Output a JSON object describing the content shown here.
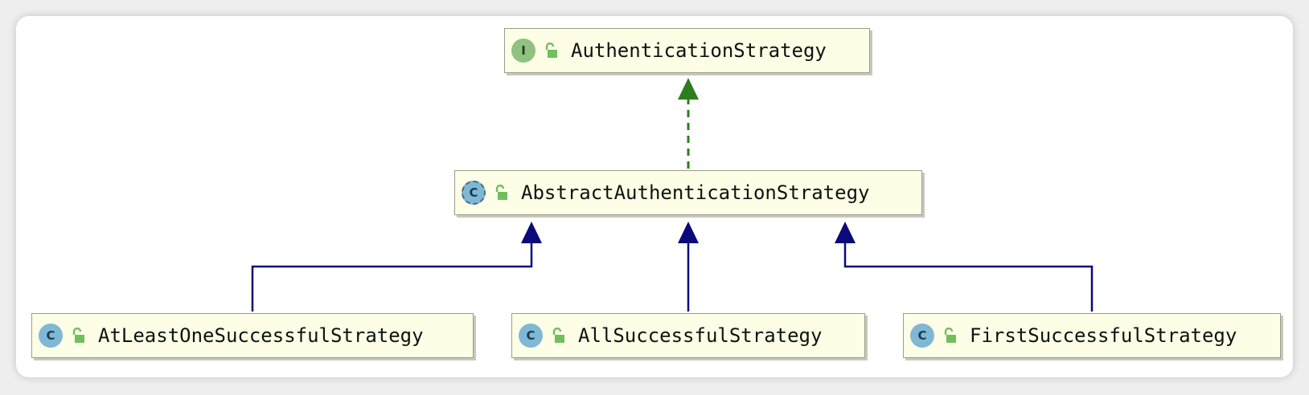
{
  "nodes": {
    "authentication_strategy": {
      "name": "AuthenticationStrategy",
      "kind_letter": "I",
      "kind_icon": "interface-icon"
    },
    "abstract_authentication_strategy": {
      "name": "AbstractAuthenticationStrategy",
      "kind_letter": "C",
      "kind_icon": "abstract-class-icon"
    },
    "at_least_one_successful_strategy": {
      "name": "AtLeastOneSuccessfulStrategy",
      "kind_letter": "C",
      "kind_icon": "class-icon"
    },
    "all_successful_strategy": {
      "name": "AllSuccessfulStrategy",
      "kind_letter": "C",
      "kind_icon": "class-icon"
    },
    "first_successful_strategy": {
      "name": "FirstSuccessfulStrategy",
      "kind_letter": "C",
      "kind_icon": "class-icon"
    }
  },
  "edges": [
    {
      "from": "abstract_authentication_strategy",
      "to": "authentication_strategy",
      "type": "implements"
    },
    {
      "from": "at_least_one_successful_strategy",
      "to": "abstract_authentication_strategy",
      "type": "extends"
    },
    {
      "from": "all_successful_strategy",
      "to": "abstract_authentication_strategy",
      "type": "extends"
    },
    {
      "from": "first_successful_strategy",
      "to": "abstract_authentication_strategy",
      "type": "extends"
    }
  ],
  "colors": {
    "implements_edge": "#2d7d1f",
    "extends_edge": "#0a0a7a",
    "node_fill": "#fefee6",
    "interface_badge": "#8fc281",
    "class_badge": "#7fb8d6",
    "lock_icon": "#6fbf5c"
  }
}
